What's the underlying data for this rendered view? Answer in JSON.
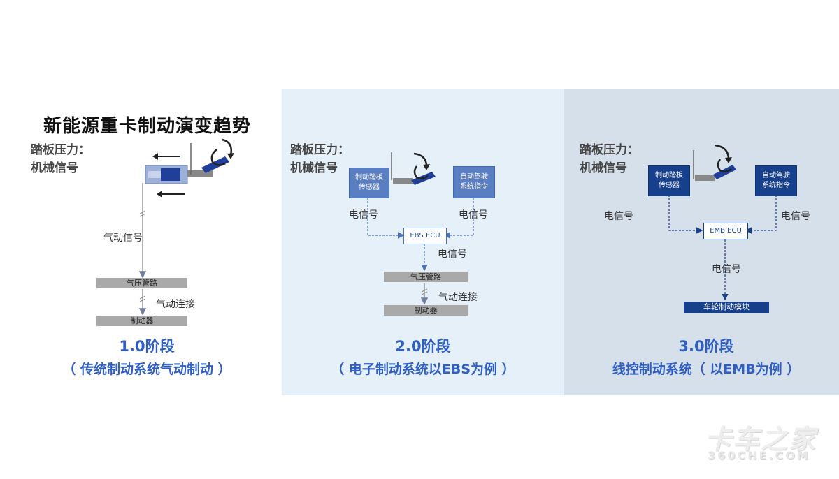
{
  "title": "新能源重卡制动演变趋势",
  "stage1": {
    "pedal_line1": "踏板压力：",
    "pedal_line2": "机械信号",
    "pneumatic_signal": "气动信号",
    "air_pipe": "气压管路",
    "pneumatic_connect": "气动连接",
    "brake": "制动器",
    "stage": "1.0阶段",
    "desc": "（ 传统制动系统气动制动 ）"
  },
  "stage2": {
    "pedal_line1": "踏板压力：",
    "pedal_line2": "机械信号",
    "pedal_sensor": "制动踏板传感器",
    "autopilot": "自动驾驶系统指令",
    "signal_left": "电信号",
    "signal_right": "电信号",
    "ecu": "EBS ECU",
    "signal_down": "电信号",
    "air_pipe": "气压管路",
    "pneumatic_connect": "气动连接",
    "brake": "制动器",
    "stage": "2.0阶段",
    "desc": "（ 电子制动系统以EBS为例 ）"
  },
  "stage3": {
    "pedal_line1": "踏板压力：",
    "pedal_line2": "机械信号",
    "pedal_sensor": "制动踏板传感器",
    "autopilot": "自动驾驶系统指令",
    "signal_left": "电信号",
    "signal_right": "电信号",
    "ecu": "EMB ECU",
    "signal_down": "电信号",
    "wheel_module": "车轮制动模块",
    "stage": "3.0阶段",
    "desc": "线控制动系统（ 以EMB为例 ）"
  },
  "watermark": {
    "brand": "卡车之家",
    "url": "360CHE.COM"
  },
  "colors": {
    "accent_blue": "#2f5fc4",
    "box_mid_blue": "#5a7ec2",
    "box_dark_navy": "#163f8c",
    "gray_bar": "#a9a9a9",
    "panel2_bg": "#e6f0f8",
    "panel3_bg": "#d5e0ea"
  }
}
